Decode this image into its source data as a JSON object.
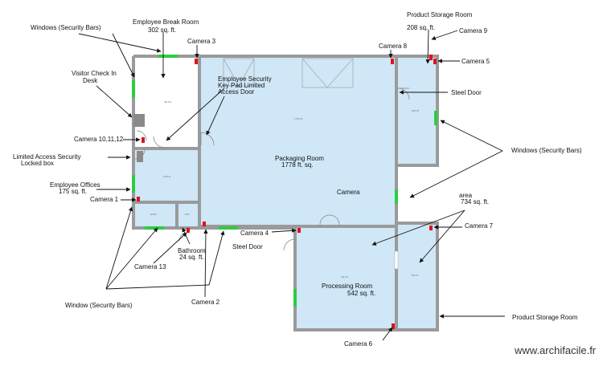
{
  "labels": {
    "employee_break_room": "Employee Break Room",
    "break_room_area": "302 sq. ft.",
    "windows_top_left": "Windows  (Security Bars)",
    "visitor_check_in": "Visitor Check In",
    "desk": "Desk",
    "camera_10_11_12": "Camera 10,11,12",
    "limited_access_security": "Limited Access Security",
    "locked_box": "Locked box",
    "employee_offices": "Employee Offices",
    "offices_area": "175 sq. ft.",
    "camera_1": "Camera 1",
    "camera_3": "Camera 3",
    "employee_security_1": "Employee Security",
    "employee_security_2": "Key Pad Limited",
    "employee_security_3": "Access Door",
    "camera_8": "Camera 8",
    "product_storage_room_top": "Product Storage Room",
    "product_storage_area": "208 sq. ft.",
    "camera_9": "Camera 9",
    "camera_5": "Camera 5",
    "steel_door_right": "Steel Door",
    "windows_right": "Windows (Security Bars)",
    "packaging_room": "Packaging Room",
    "packaging_area": "1778 ft. sq.",
    "camera_center": "Camera",
    "area_label": "area",
    "area_value": "734 sq. ft.",
    "camera_7": "Camera 7",
    "camera_4": "Camera 4",
    "steel_door_bottom": "Steel Door",
    "bathroom": "Bathroom",
    "bathroom_area": "24 sq. ft.",
    "camera_13": "Camera 13",
    "processing_room": "Processing Room",
    "processing_area": "542 sq. ft.",
    "window_bottom": "Window  (Security Bars)",
    "camera_2": "Camera 2",
    "product_storage_room_bottom": "Product Storage Room",
    "camera_6": "Camera 6",
    "watermark": "www.archifacile.fr"
  },
  "colors": {
    "wall": "#9a9a9a",
    "room_fill": "#cfe7f7",
    "window": "#2ecc40",
    "camera": "#e0121a",
    "arrow": "#111111"
  }
}
